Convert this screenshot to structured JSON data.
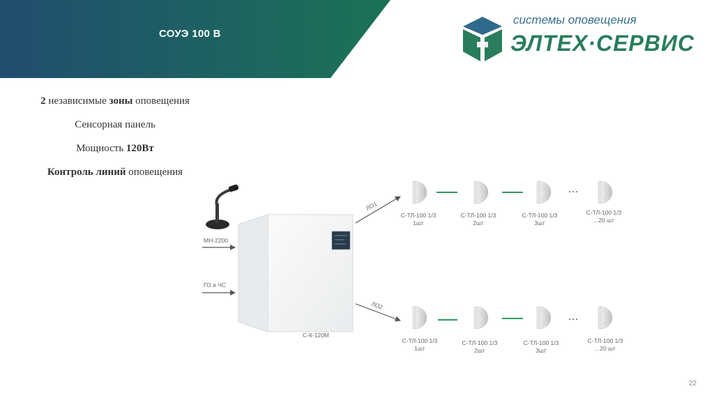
{
  "header": {
    "title": "СОУЭ 100 В"
  },
  "logo": {
    "tagline": "системы оповещения",
    "name": "ЭЛТЕХ·СЕРВИС"
  },
  "features": {
    "line1": {
      "b1": "2",
      "t1": " независимые ",
      "b2": "зоны",
      "t2": " оповещения"
    },
    "line2": {
      "t1": "Сенсорная панель"
    },
    "line3": {
      "t1": "Мощность ",
      "b1": "120Вт"
    },
    "line4": {
      "b1": "Контроль линий",
      "t1": " оповещения"
    }
  },
  "diagram": {
    "inputs": {
      "mic": "МН-2200",
      "civil": "ГО и ЧС"
    },
    "device": "С-К-120М",
    "lines": {
      "lo1": "ЛО1",
      "lo2": "ЛО2"
    },
    "ellipsis": "…",
    "zone1": [
      {
        "model": "С-ТЛ-100 1/3",
        "qty": "1шт"
      },
      {
        "model": "С-ТЛ-100 1/3",
        "qty": "2шт"
      },
      {
        "model": "С-ТЛ-100 1/3",
        "qty": "3шт"
      },
      {
        "model": "С-ТЛ-100 1/3",
        "qty": "...20 шт"
      }
    ],
    "zone2": [
      {
        "model": "С-ТЛ-100 1/3",
        "qty": "1шт"
      },
      {
        "model": "С-ТЛ-100 1/3",
        "qty": "2шт"
      },
      {
        "model": "С-ТЛ-100 1/3",
        "qty": "3шт"
      },
      {
        "model": "С-ТЛ-100 1/3",
        "qty": "...20 шт"
      }
    ]
  },
  "page_number": "22",
  "colors": {
    "header_start": "#214d6f",
    "header_end": "#1a7356",
    "link_green": "#2f9a5f",
    "logo_blue": "#2f6a8c",
    "logo_green": "#2a7d5c"
  }
}
